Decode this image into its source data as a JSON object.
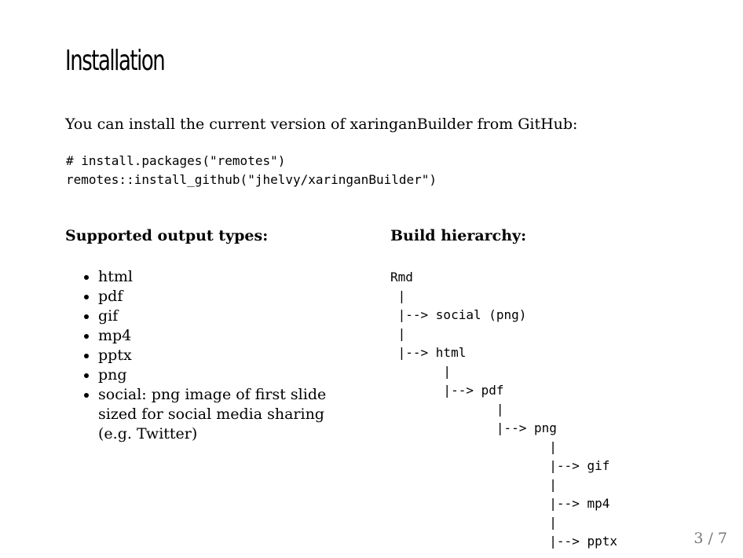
{
  "slide": {
    "title": "Installation",
    "intro_text": "You can install the current version of xaringanBuilder from GitHub:",
    "code_lines": [
      "# install.packages(\"remotes\")",
      "remotes::install_github(\"jhelvy/xaringanBuilder\")"
    ],
    "output_types_heading": "Supported output types:",
    "output_types": [
      "html",
      "pdf",
      "gif",
      "mp4",
      "pptx",
      "png",
      "social: png image of first slide sized for social media sharing (e.g. Twitter)"
    ],
    "build_hierarchy_heading": "Build hierarchy:",
    "build_hierarchy_lines": [
      "Rmd",
      " |",
      " |--> social (png)",
      " |",
      " |--> html",
      "       |",
      "       |--> pdf",
      "              |",
      "              |--> png",
      "                     |",
      "                     |--> gif",
      "                     |",
      "                     |--> mp4",
      "                     |",
      "                     |--> pptx"
    ],
    "page_number": "3 / 7"
  }
}
